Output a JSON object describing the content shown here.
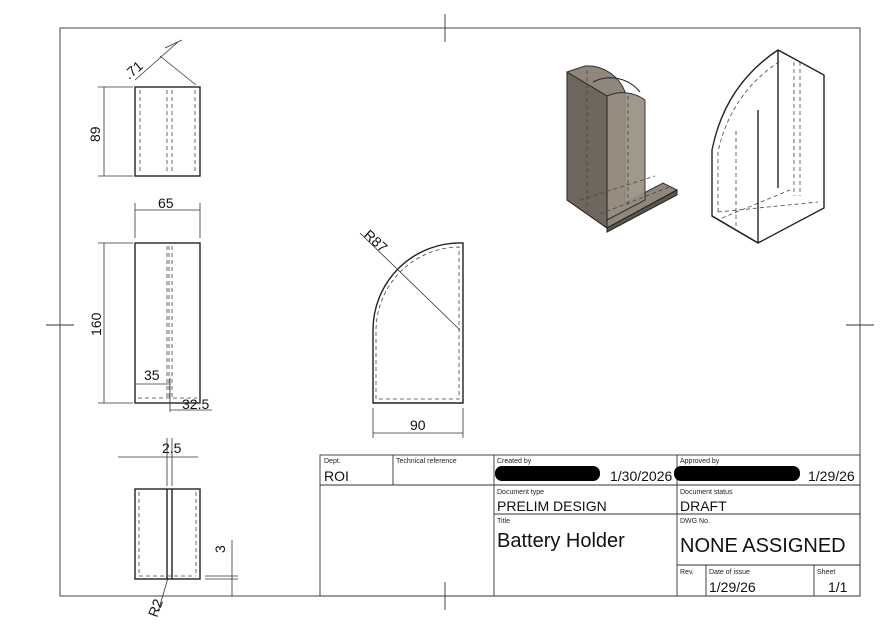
{
  "dimensions": {
    "top_diag": ".71",
    "top_height": "89",
    "front_width": "65",
    "front_height": "160",
    "front_left": "35",
    "front_right": "32.5",
    "bottom_gap": "2.5",
    "bottom_thickness": "3",
    "bottom_radius": "R2",
    "side_radius": "R87",
    "side_width": "90"
  },
  "title_block": {
    "dept_label": "Dept.",
    "dept_value": "ROI",
    "tech_ref_label": "Technical reference",
    "created_by_label": "Created by",
    "created_date": "1/30/2026",
    "approved_by_label": "Approved by",
    "approved_date": "1/29/26",
    "doc_type_label": "Document type",
    "doc_type_value": "PRELIM DESIGN",
    "doc_status_label": "Document status",
    "doc_status_value": "DRAFT",
    "title_label": "Title",
    "title_value": "Battery Holder",
    "dwg_no_label": "DWG No.",
    "dwg_no_value": "NONE ASSIGNED",
    "rev_label": "Rev.",
    "date_issue_label": "Date of issue",
    "date_issue_value": "1/29/26",
    "sheet_label": "Sheet",
    "sheet_value": "1/1"
  },
  "colors": {
    "shaded_body": "#8a8175",
    "shaded_dark": "#6f675d",
    "redaction": "#000000"
  }
}
